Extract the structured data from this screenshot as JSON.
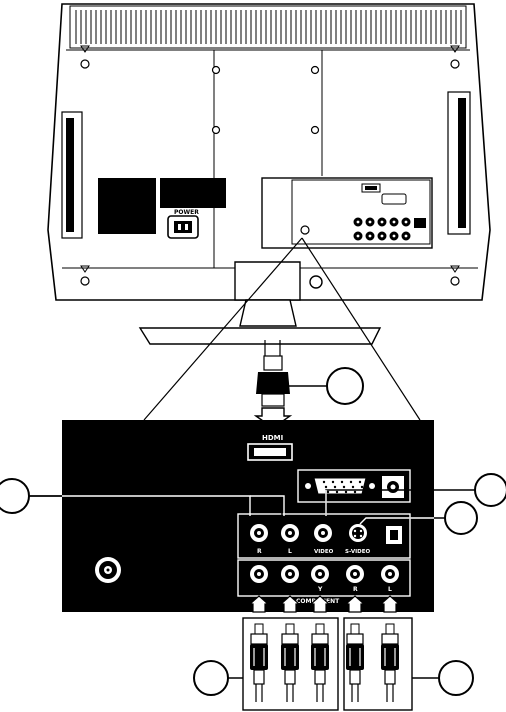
{
  "tv": {
    "power_label": "POWER"
  },
  "panel": {
    "hdmi_label": "HDMI",
    "av_r_label": "R",
    "av_l_label": "L",
    "video_label": "VIDEO",
    "svideo_label": "S-VIDEO",
    "comp_y_label": "Y",
    "comp_r_label": "R",
    "comp_l_label": "L",
    "component_label": "COMPONENT"
  },
  "callouts": [
    {
      "id": "hdmi-cable",
      "number": ""
    },
    {
      "id": "av-audio",
      "number": ""
    },
    {
      "id": "vga",
      "number": ""
    },
    {
      "id": "svideo",
      "number": ""
    },
    {
      "id": "component-video-cables",
      "number": ""
    },
    {
      "id": "component-audio-cables",
      "number": ""
    }
  ],
  "colors": {
    "panel_fill": "#000000",
    "line": "#000000",
    "background": "#ffffff"
  }
}
